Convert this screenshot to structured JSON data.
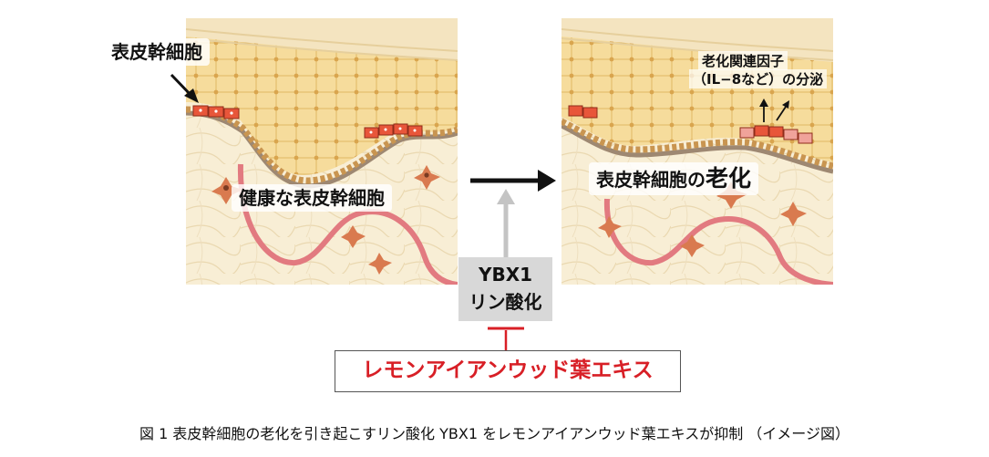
{
  "left_panel": {
    "stem_cell_label": "表皮幹細胞",
    "healthy_label": "健康な表皮幹細胞"
  },
  "right_panel": {
    "aging_label_prefix": "表皮幹細胞の",
    "aging_label_emphasis": "老化",
    "factor_line1": "老化関連因子",
    "factor_line2": "（IL−8など）の分泌"
  },
  "ybx": {
    "line1": "YBX1",
    "line2": "リン酸化"
  },
  "inhibitor_label": "レモンアイアンウッド葉エキス",
  "caption": "図 1  表皮幹細胞の老化を引き起こすリン酸化 YBX1 をレモンアイアンウッド葉エキスが抑制  （イメージ図）",
  "colors": {
    "inhibitor_text": "#d81f26",
    "inhibit_bar": "#d81f26",
    "progress_arrow": "#111111",
    "ybx_arrow": "#c4c4c4",
    "skin_light": "#f7ecd0",
    "epidermis": "#f3d58e",
    "stem_cell": "#e8563a",
    "capillary": "#e27a80"
  }
}
